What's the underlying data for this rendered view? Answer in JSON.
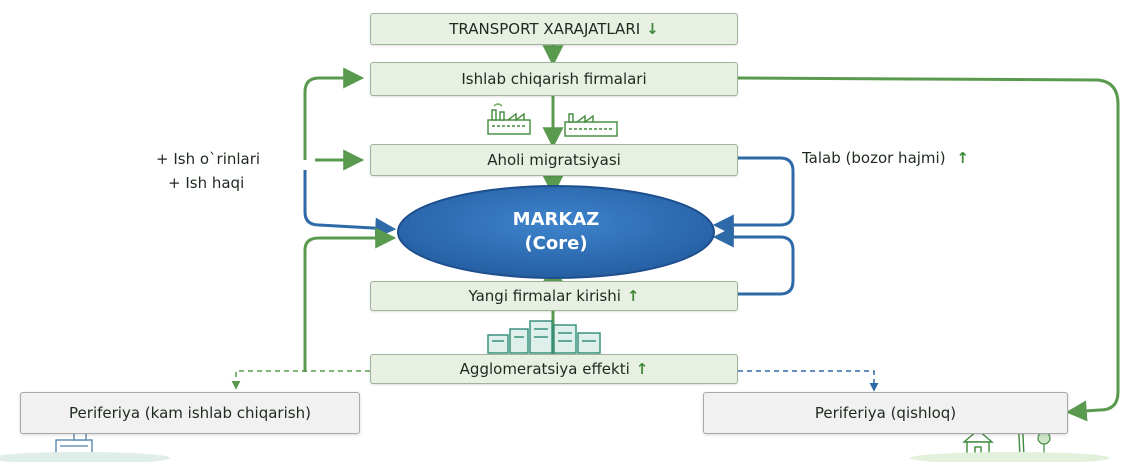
{
  "boxes": {
    "transport": {
      "label": "TRANSPORT XARAJATLARI",
      "arrow": "↓"
    },
    "firms": {
      "label": "Ishlab chiqarish firmalari"
    },
    "migration": {
      "label": "Aholi migratsiyasi"
    },
    "new_firms": {
      "label": "Yangi firmalar kirishi",
      "arrow": "↑"
    },
    "agglomeration": {
      "label": "Agglomeratsiya effekti",
      "arrow": "↑"
    },
    "periphery_left": {
      "label": "Periferiya (kam ishlab chiqarish)"
    },
    "periphery_right": {
      "label": "Periferiya (qishloq)"
    }
  },
  "core": {
    "line1": "MARKAZ",
    "line2": "(Core)"
  },
  "left_labels": {
    "jobs": "+ Ish o`rinlari",
    "wages": "+ Ish haqi"
  },
  "right_label": {
    "text": "Talab (bozor hajmi)",
    "arrow": "↑"
  },
  "icons": [
    "factory-icon",
    "factory-icon",
    "city-buildings-icon",
    "small-factory-icon",
    "house-icon",
    "wind-turbine-icon",
    "tree-icon"
  ],
  "colors": {
    "box_fill": "#e8efe3",
    "box_border": "#9fb49a",
    "green_arrow": "#5a9a4f",
    "blue_arrow": "#2f6aa8",
    "core_fill": "#2f6fb8",
    "periphery_fill": "#f1f1f1"
  }
}
